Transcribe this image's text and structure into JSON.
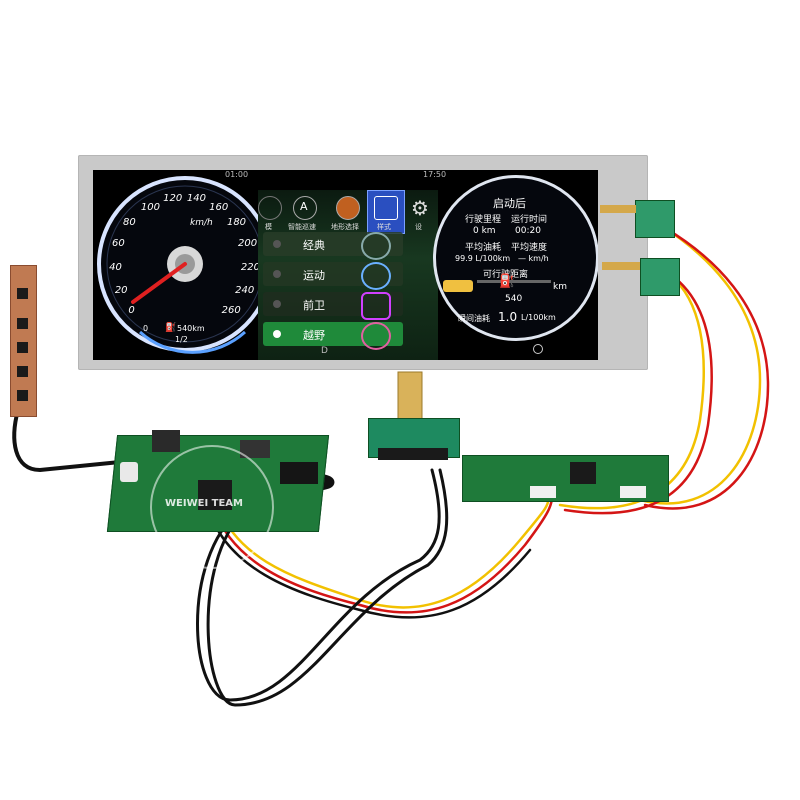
{
  "status_bar": {
    "left_time": "01:00",
    "right_time": "17:50"
  },
  "speedometer": {
    "unit": "km/h",
    "ticks": [
      "0",
      "20",
      "40",
      "60",
      "80",
      "100",
      "120",
      "140",
      "160",
      "180",
      "200",
      "220",
      "240",
      "260"
    ],
    "range_text": "540km",
    "fuel_fraction": "1/2",
    "zero_label": "0"
  },
  "top_menu": [
    {
      "label": "模",
      "icon": "wrench-icon"
    },
    {
      "label": "智能巡速",
      "icon": "cruise-icon"
    },
    {
      "label": "地形选择",
      "icon": "terrain-icon"
    },
    {
      "label": "样式",
      "icon": "style-icon"
    },
    {
      "label": "设",
      "icon": "gear-icon"
    }
  ],
  "drive_modes": [
    {
      "label": "经典"
    },
    {
      "label": "运动"
    },
    {
      "label": "前卫"
    },
    {
      "label": "越野"
    }
  ],
  "trip_panel": {
    "title": "启动后",
    "col1_header": "行驶里程",
    "col2_header": "运行时间",
    "col1_value": "0 km",
    "col2_value": "00:20",
    "col3_header": "平均油耗",
    "col4_header": "平均速度",
    "col3_value": "99.9 L/100km",
    "col4_value": "— km/h",
    "range_label": "可行驶距离",
    "km_unit": "km",
    "range_value": "540",
    "instant_label": "瞬间油耗",
    "instant_value": "1.0",
    "instant_unit": "L/100km"
  },
  "gear": "D",
  "watermark": "WEIWEI TEAM",
  "colors": {
    "panel_bezel": "#c9c9c9",
    "pcb_green": "#1f7a3a",
    "needle_red": "#e02020",
    "gauge_blue": "#5aa0ff"
  }
}
